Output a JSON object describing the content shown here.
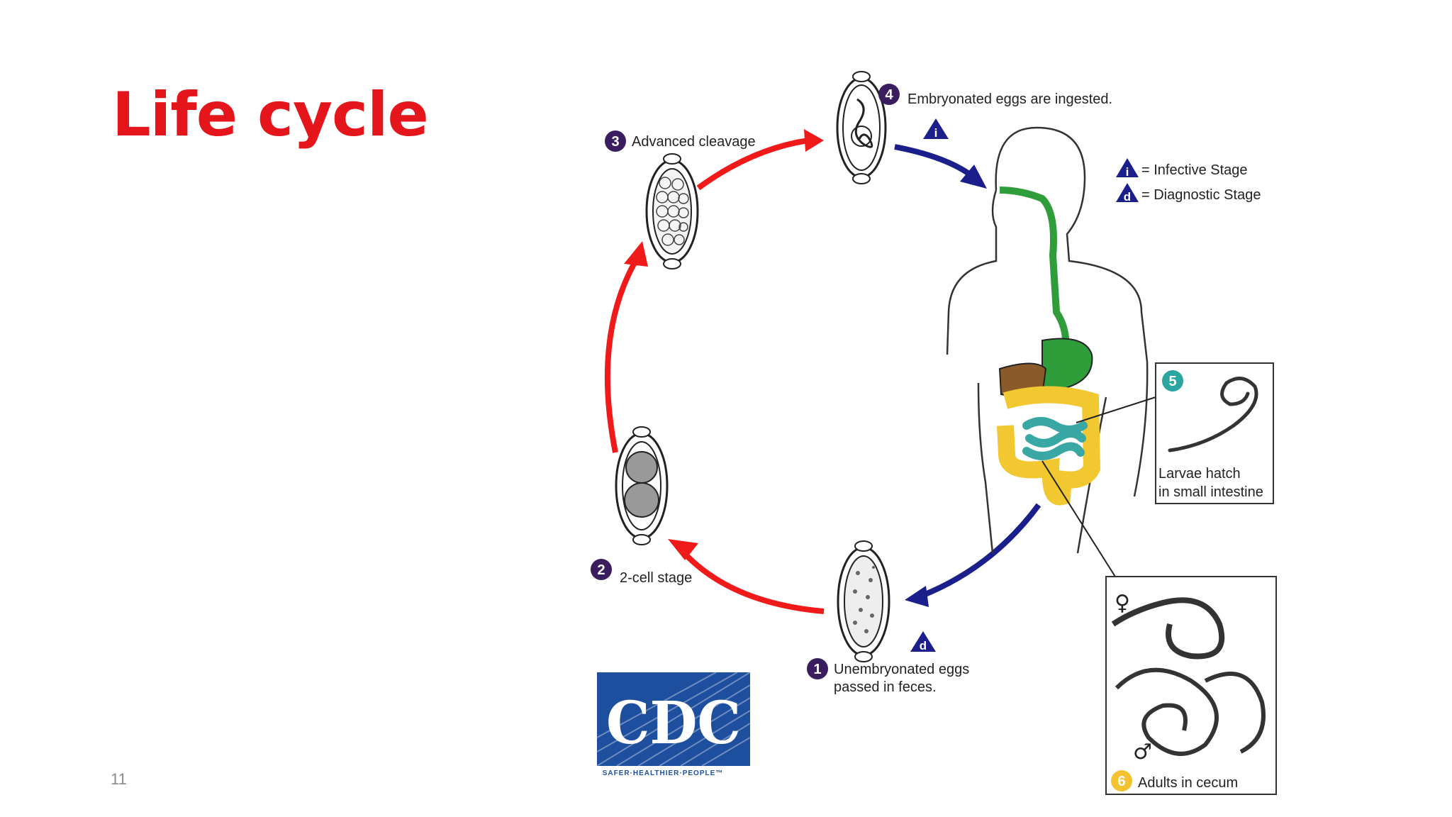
{
  "slide": {
    "title": "Life cycle",
    "number": "11"
  },
  "stages": [
    {
      "num": "1",
      "label_lines": [
        "Unembryonated eggs",
        "passed in feces."
      ]
    },
    {
      "num": "2",
      "label_lines": [
        "2-cell stage"
      ]
    },
    {
      "num": "3",
      "label_lines": [
        "Advanced cleavage"
      ]
    },
    {
      "num": "4",
      "label_lines": [
        "Embryonated eggs are ingested."
      ]
    },
    {
      "num": "5",
      "label_lines": [
        "Larvae hatch",
        "in small intestine"
      ]
    },
    {
      "num": "6",
      "label_lines": [
        "Adults in cecum"
      ]
    }
  ],
  "legend": {
    "infective": {
      "symbol": "i",
      "text": "= Infective Stage"
    },
    "diagnostic": {
      "symbol": "d",
      "text": "= Diagnostic Stage"
    }
  },
  "sex_symbols": {
    "female": "♀",
    "male": "♂"
  },
  "logo": {
    "text": "CDC",
    "tagline": "SAFER·HEALTHIER·PEOPLE™"
  },
  "colors": {
    "title": "#e5161b",
    "red_arrow": "#f01a1a",
    "blue_arrow": "#1a1f8c",
    "badge_purple": "#3a1d5e",
    "badge_teal": "#2aa5a0",
    "badge_yellow": "#f2c230",
    "esophagus_green": "#2f9e3a",
    "liver_brown": "#8b5a2b",
    "colon_yellow": "#f2c830",
    "small_intestine_teal": "#39a7a4",
    "cdc_blue": "#1e4f9e"
  }
}
